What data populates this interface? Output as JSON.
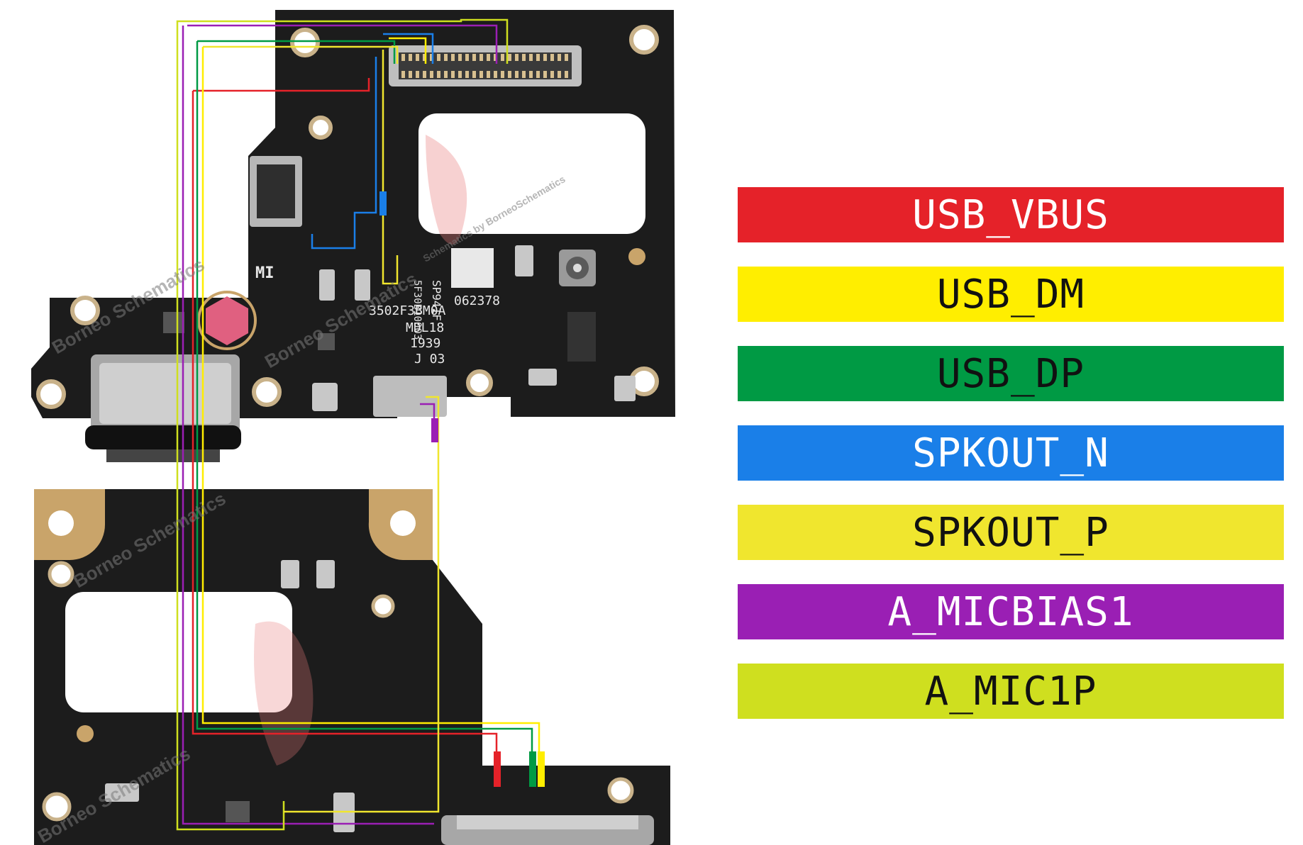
{
  "legend": [
    {
      "label": "USB_VBUS",
      "color": "#e52229",
      "text_color": "#ffffff"
    },
    {
      "label": "USB_DM",
      "color": "#ffee00",
      "text_color": "#111111"
    },
    {
      "label": "USB_DP",
      "color": "#009a44",
      "text_color": "#111111"
    },
    {
      "label": "SPKOUT_N",
      "color": "#1a7fe8",
      "text_color": "#ffffff"
    },
    {
      "label": "SPKOUT_P",
      "color": "#f0e62e",
      "text_color": "#111111"
    },
    {
      "label": "A_MICBIAS1",
      "color": "#9a1fb4",
      "text_color": "#ffffff"
    },
    {
      "label": "A_MIC1P",
      "color": "#cfdf1f",
      "text_color": "#111111"
    }
  ],
  "board": {
    "brand_mark": "MI",
    "silkscreen": [
      "3502F3BM0A",
      "MDL18",
      "1939",
      "J 03",
      "062378",
      "SP941F",
      "5F30B10003"
    ],
    "watermark": "Borneo Schematics",
    "watermark_sub": "Schematics by BorneoSchematics"
  }
}
